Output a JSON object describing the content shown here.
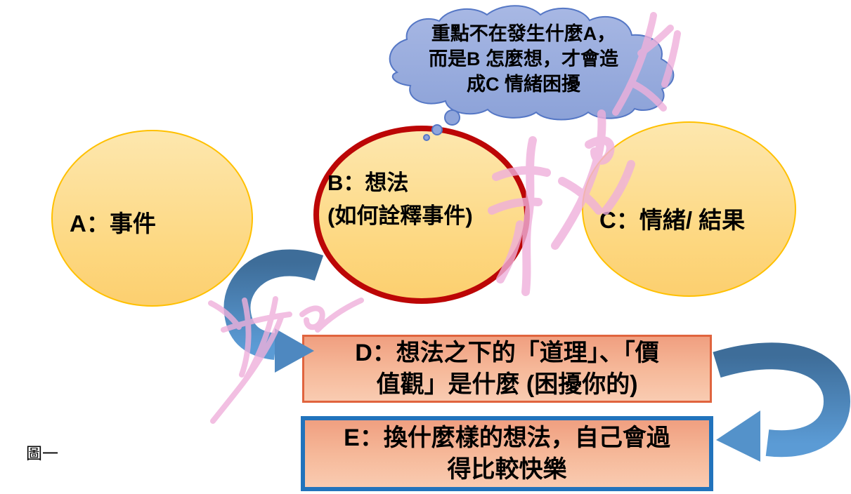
{
  "diagram": {
    "title_hint": "ABC cognitive model flowchart",
    "caption": "圖一",
    "thought_cloud": {
      "lines": [
        "重點不在發生什麼A，",
        "而是B 怎麼想，才會造",
        "成C 情緒困擾"
      ]
    },
    "node_a": {
      "label": "A：事件"
    },
    "node_b": {
      "lines": [
        "B：想法",
        "(如何詮釋事件)"
      ]
    },
    "node_c": {
      "label": "C：情緒/ 結果"
    },
    "box_d": {
      "lines": [
        "D：想法之下的「道理」、「價",
        "值觀」是什麼 (困擾你的)"
      ]
    },
    "box_e": {
      "lines": [
        "E：換什麼樣的想法，自己會過",
        "得比較快樂"
      ]
    },
    "colors": {
      "ellipse_fill_top": "#FDE7AE",
      "ellipse_fill_bottom": "#FCCF6F",
      "ellipse_outline": "#FFC000",
      "b_outline_red": "#BC0606",
      "box_fill_top": "#F09F80",
      "box_fill_bottom": "#F9CBB1",
      "d_outline_orange": "#E0643E",
      "e_outline_blue": "#2173BC",
      "cloud_fill": "#95A8D9",
      "cloud_outline": "#5577C5",
      "arrow_dark_blue": "#3E6D99",
      "arrow_light_blue": "#5B9BD5",
      "watermark_pink": "#EFB0DB",
      "text": "#000000"
    }
  }
}
